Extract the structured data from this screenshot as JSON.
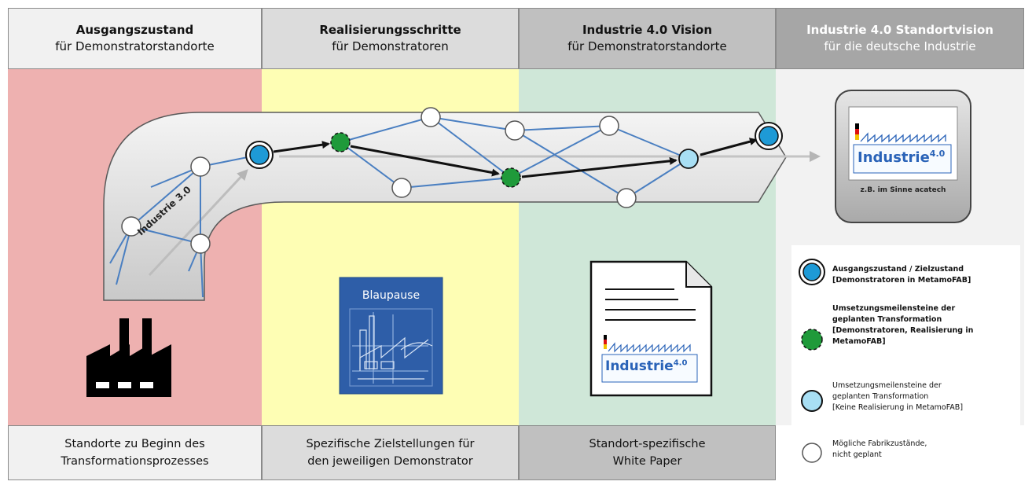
{
  "columns": [
    {
      "title": "Ausgangszustand",
      "subtitle": "für Demonstratorstandorte",
      "footer_line1": "Standorte zu Beginn des",
      "footer_line2": "Transformationsprozesses",
      "bg": "#eeb1b0"
    },
    {
      "title": "Realisierungsschritte",
      "subtitle": "für Demonstratoren",
      "footer_line1": "Spezifische Zielstellungen für",
      "footer_line2": "den jeweiligen Demonstrator",
      "bg": "#fefeb4"
    },
    {
      "title": "Industrie 4.0 Vision",
      "subtitle": "für Demonstratorstandorte",
      "footer_line1": "Standort-spezifische",
      "footer_line2": "White Paper",
      "bg": "#cfe7d8"
    },
    {
      "title": "Industrie 4.0 Standortvision",
      "subtitle": "für die deutsche Industrie",
      "bg": "#f2f2f2"
    }
  ],
  "diagram": {
    "industrie30_label": "Industrie 3.0",
    "blaupause_label": "Blaupause",
    "logo_text": "Industrie",
    "logo_sup": "4.0",
    "acatech_label": "z.B. im Sinne acatech"
  },
  "legend": [
    {
      "icon": "blue-double-circle-icon",
      "lines": [
        "Ausgangszustand / Zielzustand",
        "[Demonstratoren in MetamoFAB]"
      ],
      "bold": true
    },
    {
      "icon": "green-milestone-icon",
      "lines": [
        "Umsetzungsmeilensteine der",
        "geplanten Transformation",
        "[Demonstratoren, Realisierung in",
        "MetamoFAB]"
      ],
      "bold": true
    },
    {
      "icon": "lightblue-milestone-icon",
      "lines": [
        "Umsetzungsmeilensteine der",
        "geplanten Transformation",
        "[Keine Realisierung in MetamoFAB]"
      ],
      "bold": false
    },
    {
      "icon": "white-state-icon",
      "lines": [
        "Mögliche Fabrikzustände,",
        "nicht geplant"
      ],
      "bold": false
    }
  ],
  "colors": {
    "header_grays": [
      "#f1f1f1",
      "#dcdcdc",
      "#c0c0c0",
      "#a6a6a6"
    ],
    "network_line": "#4a7fc1",
    "node_blue": "#1e9ad6",
    "node_green": "#1f9a3a",
    "node_lightblue": "#a8dff4",
    "blueprint": "#2e5ea8"
  }
}
